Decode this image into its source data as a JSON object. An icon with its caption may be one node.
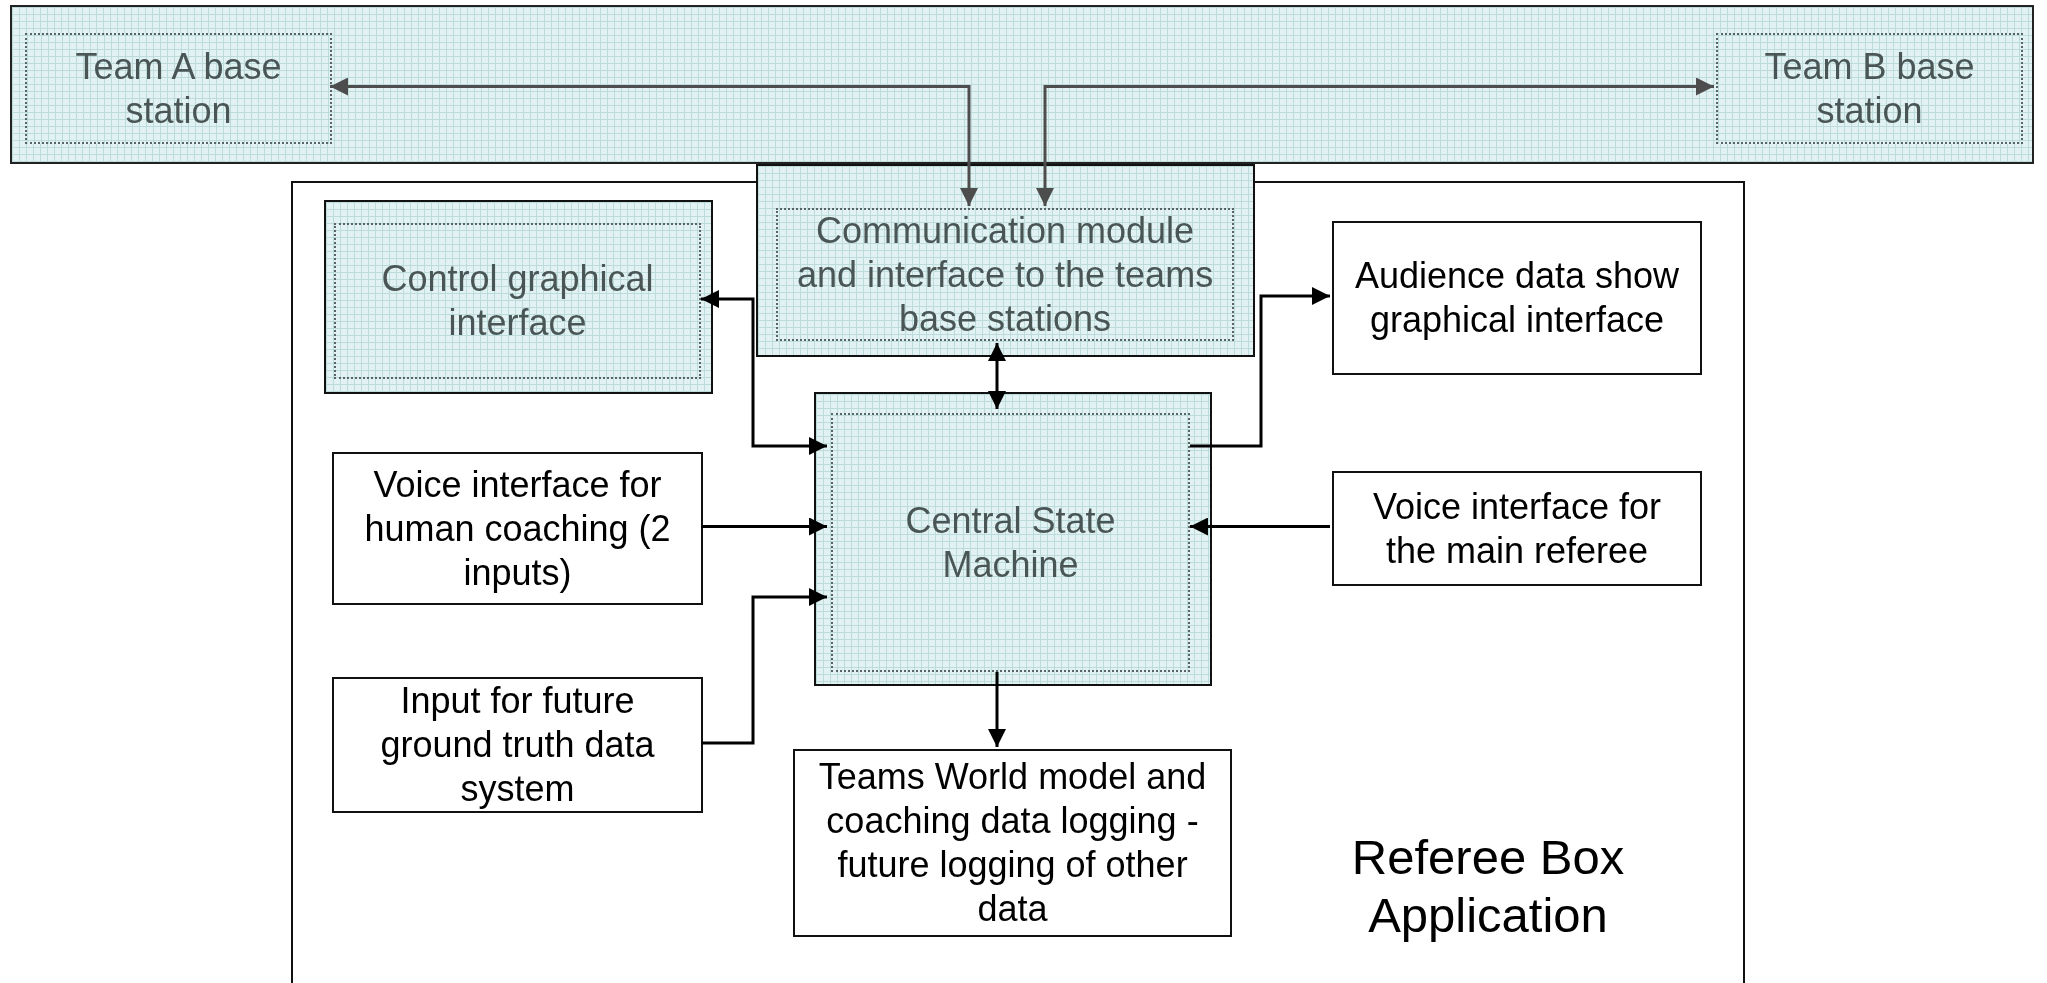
{
  "diagram": {
    "nodes": [
      {
        "text": [],
        "shape": "box"
      },
      {
        "text": [
          "Team A base station"
        ],
        "in": 0
      },
      {
        "text": [
          "Team B base station"
        ],
        "in": 0
      },
      {
        "text": [
          "Referee Box Application"
        ]
      },
      {
        "text": [
          "Communication module and interface to the teams base stations"
        ]
      },
      {
        "text": [
          "Control graphical interface"
        ],
        "in": 3
      },
      {
        "text": [
          "Audience data show graphical interface"
        ],
        "in": 3
      },
      {
        "text": [
          "Central State Machine"
        ],
        "in": 3
      },
      {
        "text": [
          "Voice interface for human coaching (2 inputs)"
        ],
        "in": 3
      },
      {
        "text": [
          "Voice interface for the main referee"
        ],
        "in": 3
      },
      {
        "text": [
          "Input for future ground truth data system"
        ],
        "in": 3
      },
      {
        "text": [
          "Teams World model and coaching data logging - future logging of other data"
        ],
        "in": 3
      }
    ],
    "edges": [
      {
        "from": 4,
        "to": 1,
        "arrow": "both",
        "color": "#4d4d4d"
      },
      {
        "from": 4,
        "to": 2,
        "arrow": "both",
        "color": "#4d4d4d"
      },
      {
        "from": 7,
        "to": 5,
        "arrow": "both"
      },
      {
        "from": 4,
        "to": 7,
        "arrow": "both"
      },
      {
        "from": 7,
        "to": 6,
        "arrow": "to"
      },
      {
        "from": 8,
        "to": 7,
        "arrow": "to"
      },
      {
        "from": 10,
        "to": 7,
        "arrow": "to"
      },
      {
        "from": 9,
        "to": 7,
        "arrow": "to"
      },
      {
        "from": 7,
        "to": 11,
        "arrow": "to"
      }
    ]
  }
}
